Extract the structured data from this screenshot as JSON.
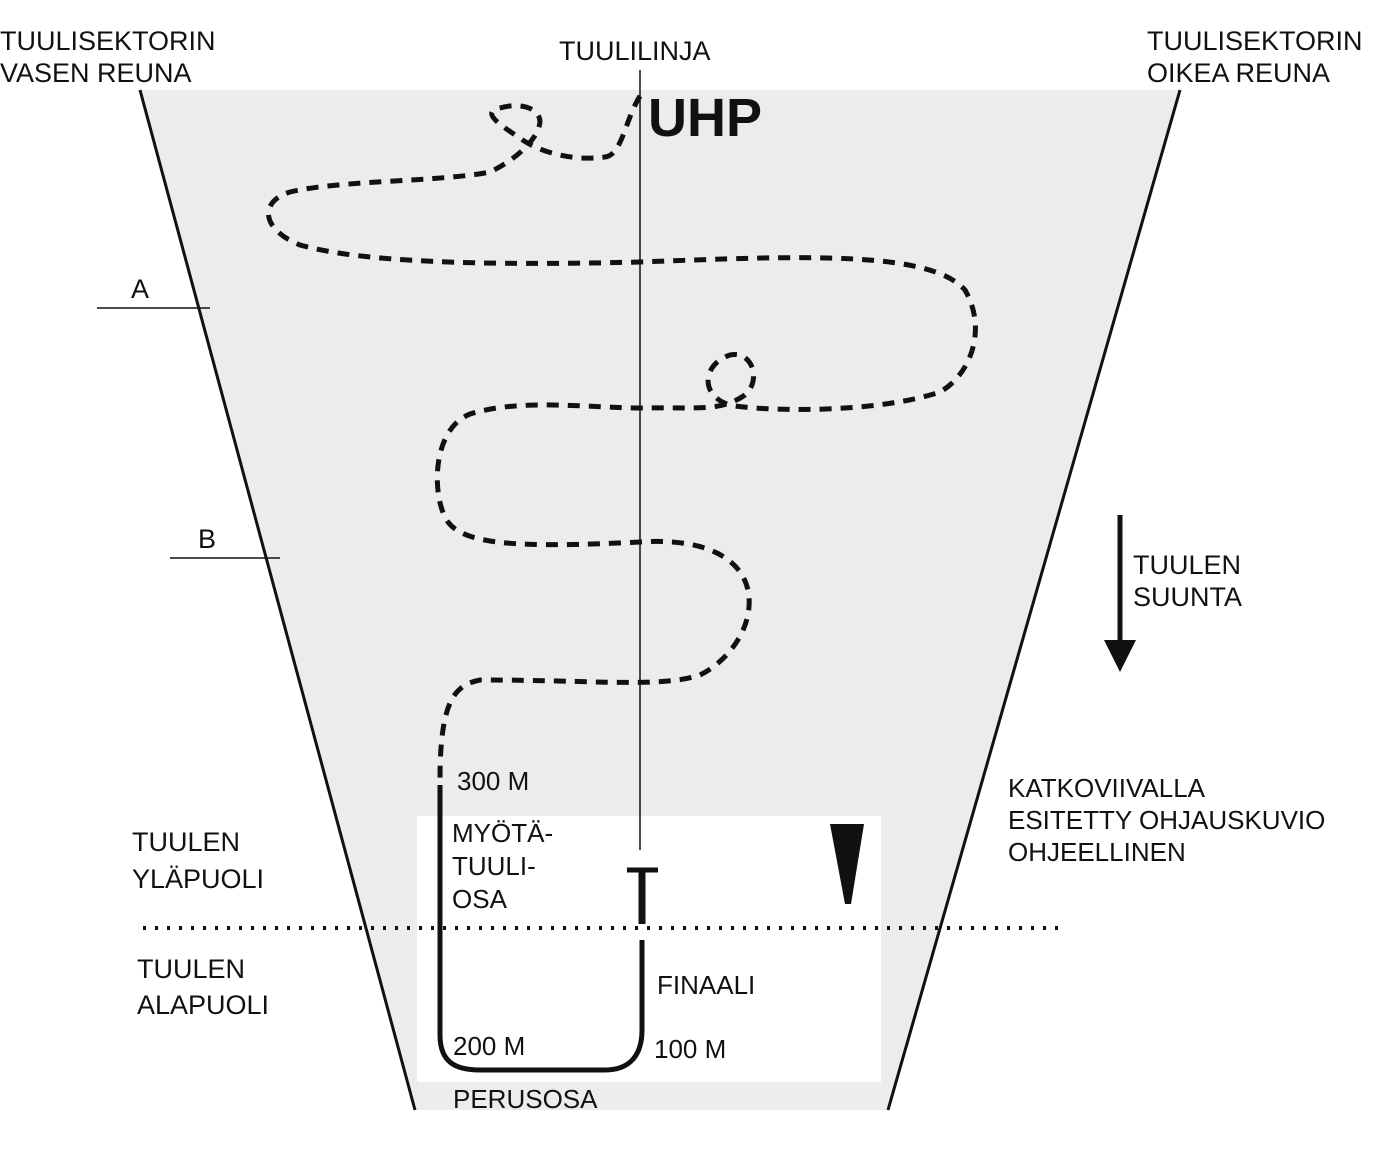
{
  "labels": {
    "left_edge_line1": "TUULISEKTORIN",
    "left_edge_line2": "VASEN REUNA",
    "wind_line": "TUULILINJA",
    "right_edge_line1": "TUULISEKTORIN",
    "right_edge_line2": "OIKEA REUNA",
    "uhp": "UHP",
    "marker_a": "A",
    "marker_b": "B",
    "wind_dir_line1": "TUULEN",
    "wind_dir_line2": "SUUNTA",
    "alt_300": "300 M",
    "alt_200": "200 M",
    "alt_100": "100 M",
    "downwind_line1": "MYÖTÄ-",
    "downwind_line2": "TUULI-",
    "downwind_line3": "OSA",
    "upwind_line1": "TUULEN",
    "upwind_line2": "YLÄPUOLI",
    "downside_line1": "TUULEN",
    "downside_line2": "ALAPUOLI",
    "note_line1": "KATKOVIIVALLA",
    "note_line2": "ESITETTY OHJAUSKUVIO",
    "note_line3": "OHJEELLINEN",
    "final": "FINAALI",
    "base_leg": "PERUSOSA"
  },
  "colors": {
    "sector_fill": "#ececec",
    "landing_box": "#ffffff",
    "ink": "#111111"
  }
}
